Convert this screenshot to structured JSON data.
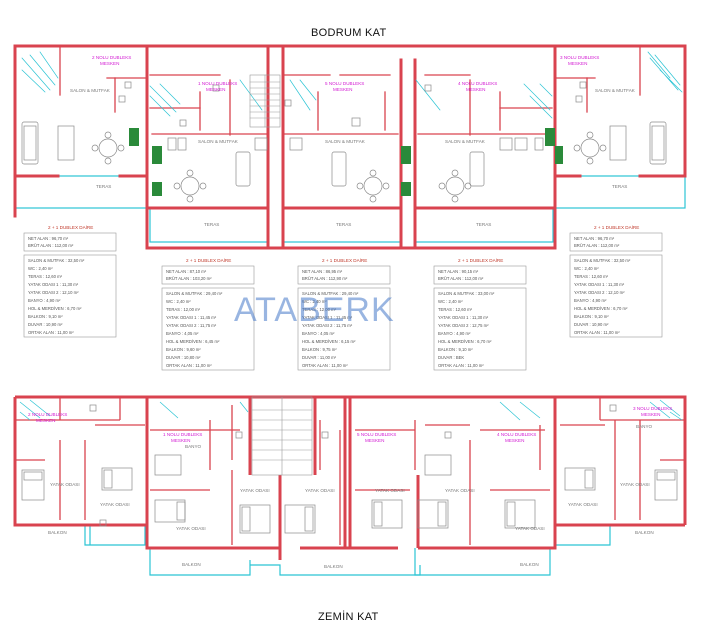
{
  "titles": {
    "top": "BODRUM KAT",
    "bottom": "ZEMİN KAT"
  },
  "watermark": "ATABERK",
  "basement": {
    "units": [
      {
        "id": "2",
        "label_line1": "2 NOLU DUBLEKS",
        "label_line2": "MESKEN"
      },
      {
        "id": "1",
        "label_line1": "1 NOLU DUBLEKS",
        "label_line2": "MESKEN"
      },
      {
        "id": "5",
        "label_line1": "5 NOLU DUBLEKS",
        "label_line2": "MESKEN"
      },
      {
        "id": "4",
        "label_line1": "4 NOLU DUBLEKS",
        "label_line2": "MESKEN"
      },
      {
        "id": "3",
        "label_line1": "3 NOLU DUBLEKS",
        "label_line2": "MESKEN"
      }
    ],
    "rooms": {
      "salon": "SALON & MUTFAK",
      "teras": "TERAS"
    },
    "tables": [
      {
        "title": "2 + 1 DUBLEX DAİRE",
        "net": "NET ALAN : 96,70 m²",
        "brut": "BRÜT ALAN : 112,00 m²",
        "rows": [
          "SALON & MUTFAK : 32,50 m²",
          "WC : 2,40 m²",
          "TERAS : 12,60 m²",
          "YATAK ODASI 1 : 11,30 m²",
          "YATAK ODASI 2 : 12,10 m²",
          "BANYO : 4,90 m²",
          "HOL & MERDİVEN : 6,70 m²",
          "BALKON : 9,10 m²",
          "DUVAR : 10,90 m²",
          "ORTAK ALAN : 11,00 m²"
        ]
      },
      {
        "title": "2 + 1 DUBLEX DAİRE",
        "net": "NET ALAN : 87,10 m²",
        "brut": "BRÜT ALAN : 103,20 m²",
        "rows": [
          "SALON & MUTFAK : 29,40 m²",
          "WC : 2,40 m²",
          "TERAS : 12,00 m²",
          "YATAK ODASI 1 : 11,45 m²",
          "YATAK ODASI 2 : 11,75 m²",
          "BANYO : 4,05 m²",
          "HOL & MERDİVEN : 6,45 m²",
          "BALKON : 9,60 m²",
          "DUVAR : 10,80 m²",
          "ORTAK ALAN : 11,00 m²"
        ]
      },
      {
        "title": "2 + 1 DUBLEX DAİRE",
        "net": "NET ALAN : 86,95 m²",
        "brut": "BRÜT ALAN : 112,90 m²",
        "rows": [
          "SALON & MUTFAK : 29,40 m²",
          "WC : 2,40 m²",
          "TERAS : 12,00 m²",
          "YATAK ODASI 1 : 11,45 m²",
          "YATAK ODASI 2 : 11,75 m²",
          "BANYO : 4,05 m²",
          "HOL & MERDİVEN : 6,15 m²",
          "BALKON : 9,75 m²",
          "DUVAR : 11,00 m²",
          "ORTAK ALAN : 11,00 m²"
        ]
      },
      {
        "title": "2 + 1 DUBLEX DAİRE",
        "net": "NET ALAN : 90,15 m²",
        "brut": "BRÜT ALAN : 112,00 m²",
        "rows": [
          "SALON & MUTFAK : 33,00 m²",
          "WC : 2,40 m²",
          "TERAS : 12,60 m²",
          "YATAK ODASI 1 : 11,30 m²",
          "YATAK ODASI 2 : 12,75 m²",
          "BANYO : 4,90 m²",
          "HOL & MERDİVEN : 6,70 m²",
          "BALKON : 9,10 m²",
          "DUVAR : BEK",
          "ORTAK ALAN : 11,00 m²"
        ]
      },
      {
        "title": "2 + 1 DUBLEX DAİRE",
        "net": "NET ALAN : 96,70 m²",
        "brut": "BRÜT ALAN : 112,00 m²",
        "rows": [
          "SALON & MUTFAK : 32,50 m²",
          "WC : 2,40 m²",
          "TERAS : 12,60 m²",
          "YATAK ODASI 1 : 11,30 m²",
          "YATAK ODASI 2 : 12,10 m²",
          "BANYO : 4,90 m²",
          "HOL & MERDİVEN : 6,70 m²",
          "BALKON : 9,10 m²",
          "DUVAR : 10,90 m²",
          "ORTAK ALAN : 11,00 m²"
        ]
      }
    ]
  },
  "ground": {
    "units": [
      {
        "id": "2",
        "label_line1": "2 NOLU DUBLEKS",
        "label_line2": "MESKEN"
      },
      {
        "id": "1",
        "label_line1": "1 NOLU DUBLEKS",
        "label_line2": "MESKEN"
      },
      {
        "id": "5",
        "label_line1": "5 NOLU DUBLEKS",
        "label_line2": "MESKEN"
      },
      {
        "id": "4",
        "label_line1": "4 NOLU DUBLEKS",
        "label_line2": "MESKEN"
      },
      {
        "id": "3",
        "label_line1": "3 NOLU DUBLEKS",
        "label_line2": "MESKEN"
      }
    ],
    "rooms": {
      "yatak": "YATAK ODASI",
      "balkon": "BALKON",
      "banyo": "BANYO"
    }
  },
  "colors": {
    "wall": "#d9434f",
    "balcony": "#2bc4d4",
    "furniture": "#8a8a8a",
    "unit_label": "#d21ad2"
  }
}
